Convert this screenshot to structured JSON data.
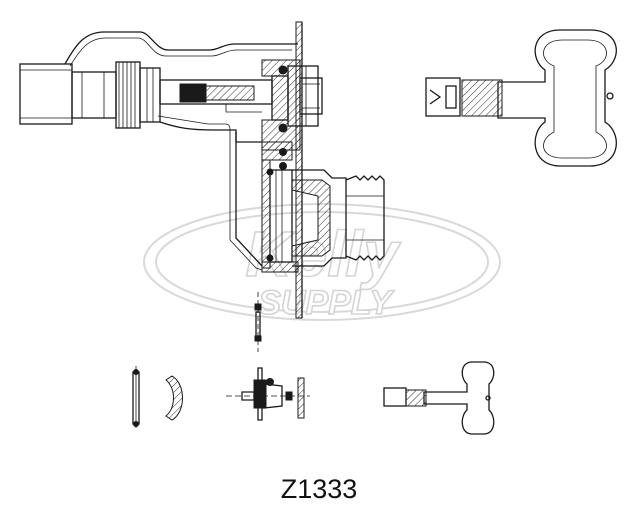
{
  "diagram": {
    "model_number": "Z1333",
    "watermark": {
      "brand": "Kelly",
      "subtitle": "SUPPLY"
    }
  },
  "parts": [
    {
      "name": "hydrant-body-section",
      "view": "cross-section"
    },
    {
      "name": "operating-key",
      "view": "side"
    },
    {
      "name": "o-ring-seal",
      "view": "side"
    },
    {
      "name": "curved-washer",
      "view": "side"
    },
    {
      "name": "stem-plunger-assembly",
      "view": "side"
    },
    {
      "name": "flat-washer",
      "view": "side"
    },
    {
      "name": "operating-key-small",
      "view": "side"
    },
    {
      "name": "vacuum-breaker-spring",
      "view": "side"
    }
  ]
}
